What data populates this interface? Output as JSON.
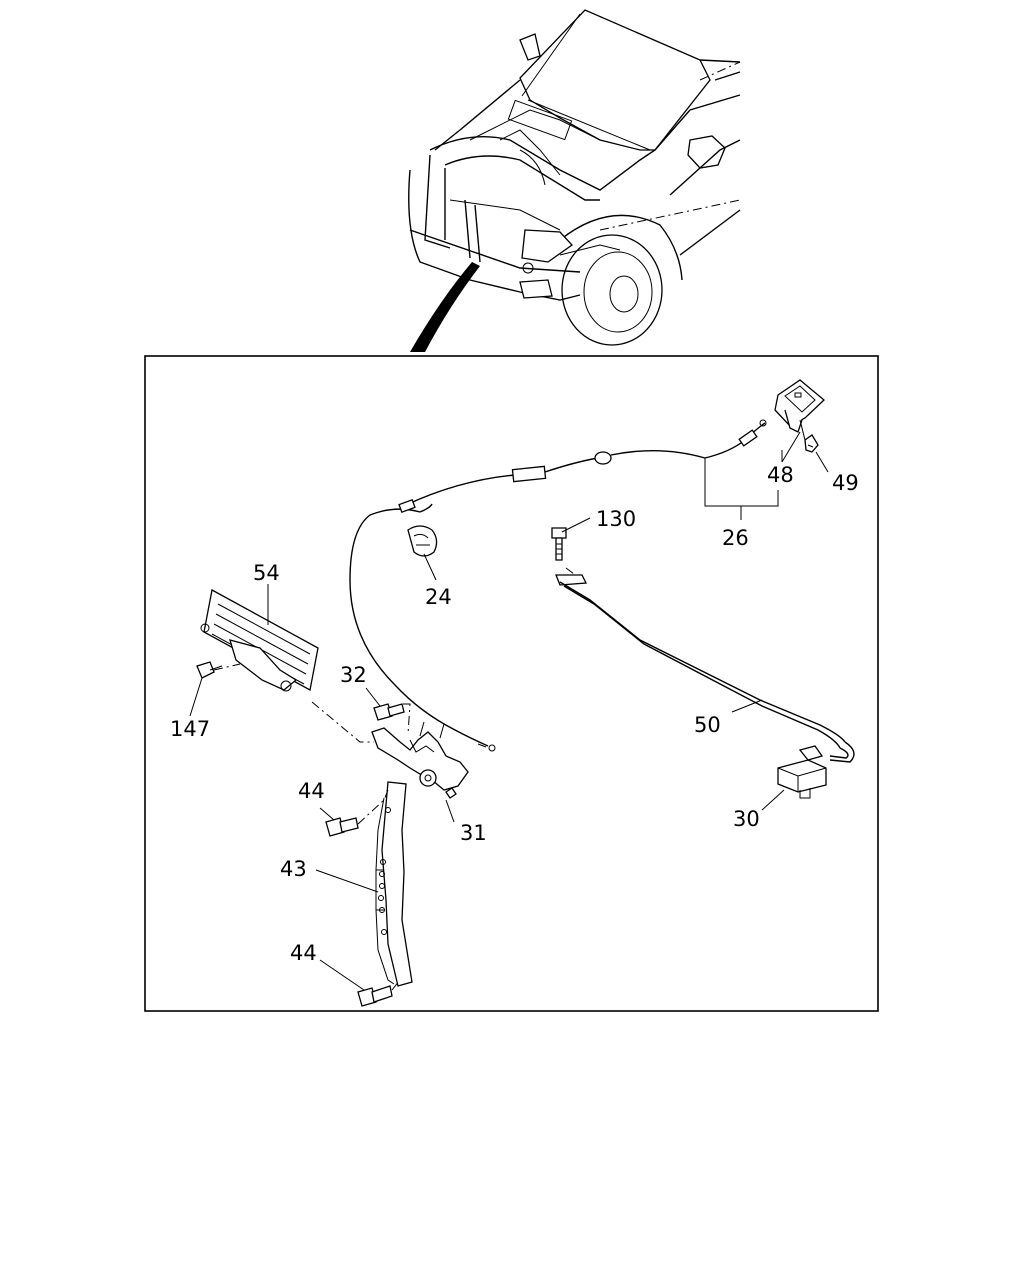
{
  "labels": {
    "l54": "54",
    "l147": "147",
    "l32": "32",
    "l44a": "44",
    "l31": "31",
    "l43": "43",
    "l44b": "44",
    "l24": "24",
    "l130": "130",
    "l48": "48",
    "l49": "49",
    "l26": "26",
    "l50": "50",
    "l30": "30"
  }
}
